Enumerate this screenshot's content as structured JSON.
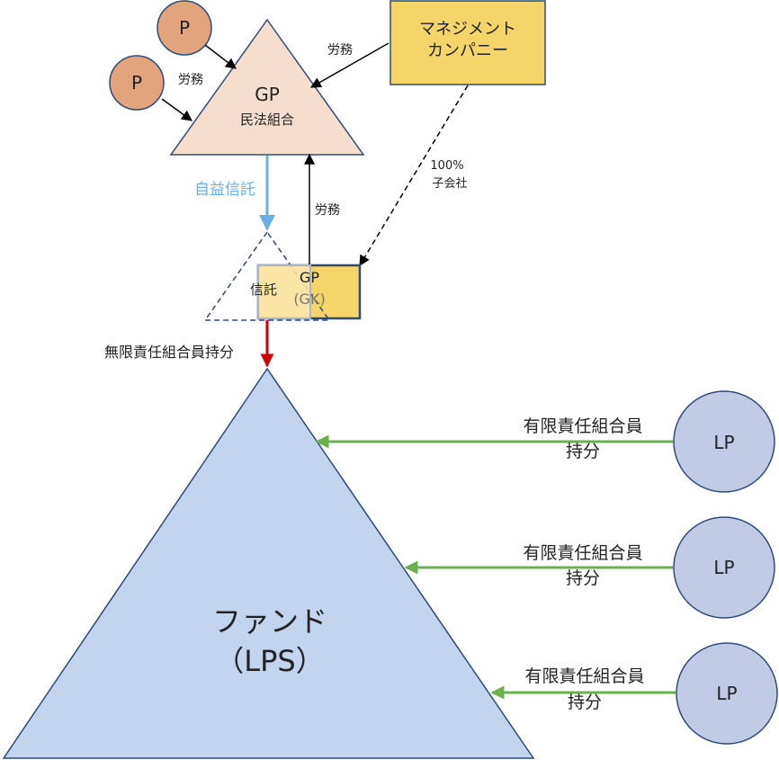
{
  "nodes": {
    "p1": "P",
    "p2": "P",
    "gp_title": "GP",
    "gp_sub": "民法組合",
    "mgmt_line1": "マネジメント",
    "mgmt_line2": "カンパニー",
    "trust_label": "信託",
    "gpgk_line1": "GP",
    "gpgk_line2": "(GK)",
    "fund_line1": "ファンド",
    "fund_line2": "（LPS）",
    "lp1": "LP",
    "lp2": "LP",
    "lp3": "LP"
  },
  "edges": {
    "labor_p": "労務",
    "labor_mgmt": "労務",
    "labor_gk": "労務",
    "self_trust": "自益信託",
    "subsidiary_pct": "100%",
    "subsidiary_label": "子会社",
    "unlimited": "無限責任組合員持分",
    "limited_line1": "有限責任組合員",
    "limited_line2": "持分"
  },
  "colors": {
    "gp_fill": "#f5dece",
    "fund_fill": "#c3d5ee",
    "lp_fill": "#c1cbe6",
    "p_fill": "#e2a47d",
    "mgmt_fill": "#f5d46a",
    "trust_arrow": "#6aaee8",
    "unlimited_arrow": "#cc0000",
    "limited_arrow": "#6ab04c",
    "outline": "#2f4a78"
  }
}
